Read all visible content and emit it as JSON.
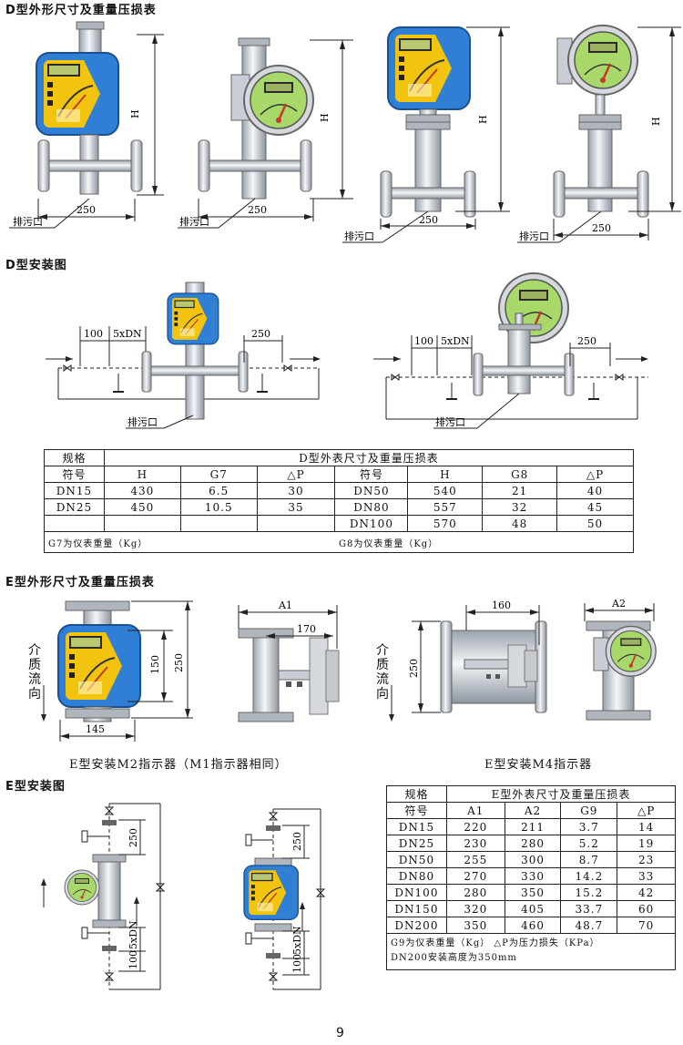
{
  "sections": {
    "d_dims_title": "D型外形尺寸及重量压损表",
    "d_install_title": "D型安装图",
    "e_dims_title": "E型外形尺寸及重量压损表",
    "e_install_title": "E型安装图"
  },
  "labels": {
    "H": "H",
    "drain": "排污口",
    "d250": "250",
    "d100": "100",
    "d5xdn": "5xDN",
    "A1": "A1",
    "A2": "A2",
    "d170": "170",
    "d160": "160",
    "d150": "150",
    "d145": "145",
    "medium_flow": "介质流向"
  },
  "captions": {
    "m2": "E型安装M2指示器（M1指示器相同）",
    "m4": "E型安装M4指示器"
  },
  "d_table": {
    "title": "D型外表尺寸及重量压损表",
    "spec_label": "规格",
    "sym_label": "符号",
    "headers_left": [
      "H",
      "G7",
      "△P"
    ],
    "headers_right": [
      "H",
      "G8",
      "△P"
    ],
    "rows": [
      {
        "left": [
          "DN15",
          "430",
          "6.5",
          "30"
        ],
        "right": [
          "DN50",
          "540",
          "21",
          "40"
        ]
      },
      {
        "left": [
          "DN25",
          "450",
          "10.5",
          "35"
        ],
        "right": [
          "DN80",
          "557",
          "32",
          "45"
        ]
      },
      {
        "left": [
          "",
          "",
          "",
          ""
        ],
        "right": [
          "DN100",
          "570",
          "48",
          "50"
        ]
      }
    ],
    "note_left": "G7为仪表重量（Kg）",
    "note_right": "G8为仪表重量（Kg）"
  },
  "e_table": {
    "spec_label": "规格",
    "title": "E型外表尺寸及重量压损表",
    "headers": [
      "符号",
      "A1",
      "A2",
      "G9",
      "△P"
    ],
    "rows": [
      [
        "DN15",
        "220",
        "211",
        "3.7",
        "14"
      ],
      [
        "DN25",
        "230",
        "280",
        "5.2",
        "19"
      ],
      [
        "DN50",
        "255",
        "300",
        "8.7",
        "23"
      ],
      [
        "DN80",
        "270",
        "330",
        "14.2",
        "33"
      ],
      [
        "DN100",
        "280",
        "350",
        "15.2",
        "42"
      ],
      [
        "DN150",
        "320",
        "405",
        "33.7",
        "60"
      ],
      [
        "DN200",
        "350",
        "460",
        "48.7",
        "70"
      ]
    ],
    "note1": "G9为仪表重量（Kg）    △P为压力损失（KPa）",
    "note2": "DN200安装高度为350mm"
  },
  "page_number": "9",
  "colors": {
    "blue_housing": "#2f7fd6",
    "yellow_face": "#f2c40f",
    "green_display": "#a9d86a",
    "pipe_gray": "#c9ced6"
  },
  "icons": [
    "meter-square-icon",
    "meter-round-icon",
    "flange-icon",
    "valve-icon",
    "flow-arrow-icon"
  ]
}
